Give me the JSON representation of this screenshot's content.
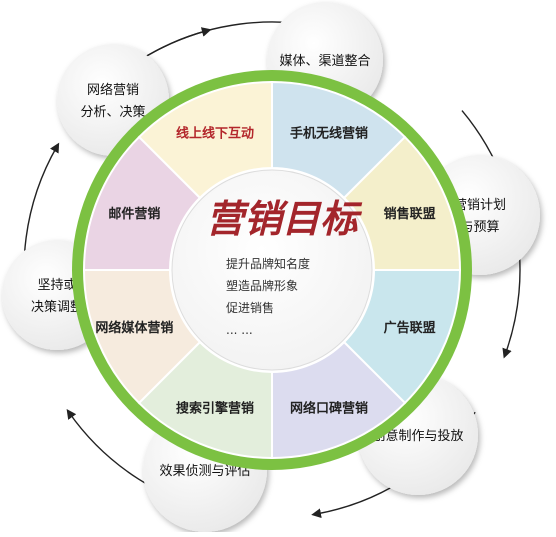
{
  "center": {
    "title": "营销目标",
    "goals": [
      "提升品牌知名度",
      "塑造品牌形象",
      "促进销售",
      "... ..."
    ]
  },
  "segments": [
    {
      "label": "线上线下互动",
      "color": "#fbf3d6",
      "text_color": "#b3262b"
    },
    {
      "label": "手机无线营销",
      "color": "#cfe3ee",
      "text_color": "#222222"
    },
    {
      "label": "销售联盟",
      "color": "#f4efcb",
      "text_color": "#222222"
    },
    {
      "label": "广告联盟",
      "color": "#c9e6ed",
      "text_color": "#222222"
    },
    {
      "label": "网络口碑营销",
      "color": "#dcdcef",
      "text_color": "#222222"
    },
    {
      "label": "搜索引擎营销",
      "color": "#e3eedc",
      "text_color": "#222222"
    },
    {
      "label": "网络媒体营销",
      "color": "#f6ebde",
      "text_color": "#222222"
    },
    {
      "label": "邮件营销",
      "color": "#ead4e4",
      "text_color": "#222222"
    }
  ],
  "outer_steps": [
    {
      "lines": [
        "媒体、渠道整合"
      ]
    },
    {
      "lines": [
        "营销计划",
        "与预算"
      ]
    },
    {
      "lines": [
        "创意制作与投放"
      ]
    },
    {
      "lines": [
        "效果侦测与评估"
      ]
    },
    {
      "lines": [
        "坚持或",
        "决策调整"
      ]
    },
    {
      "lines": [
        "网络营销",
        "分析、决策"
      ]
    }
  ],
  "colors": {
    "ring": "#7cc142",
    "ring_dark": "#5aa32d",
    "title": "#a3252b",
    "arrow": "#222222"
  }
}
